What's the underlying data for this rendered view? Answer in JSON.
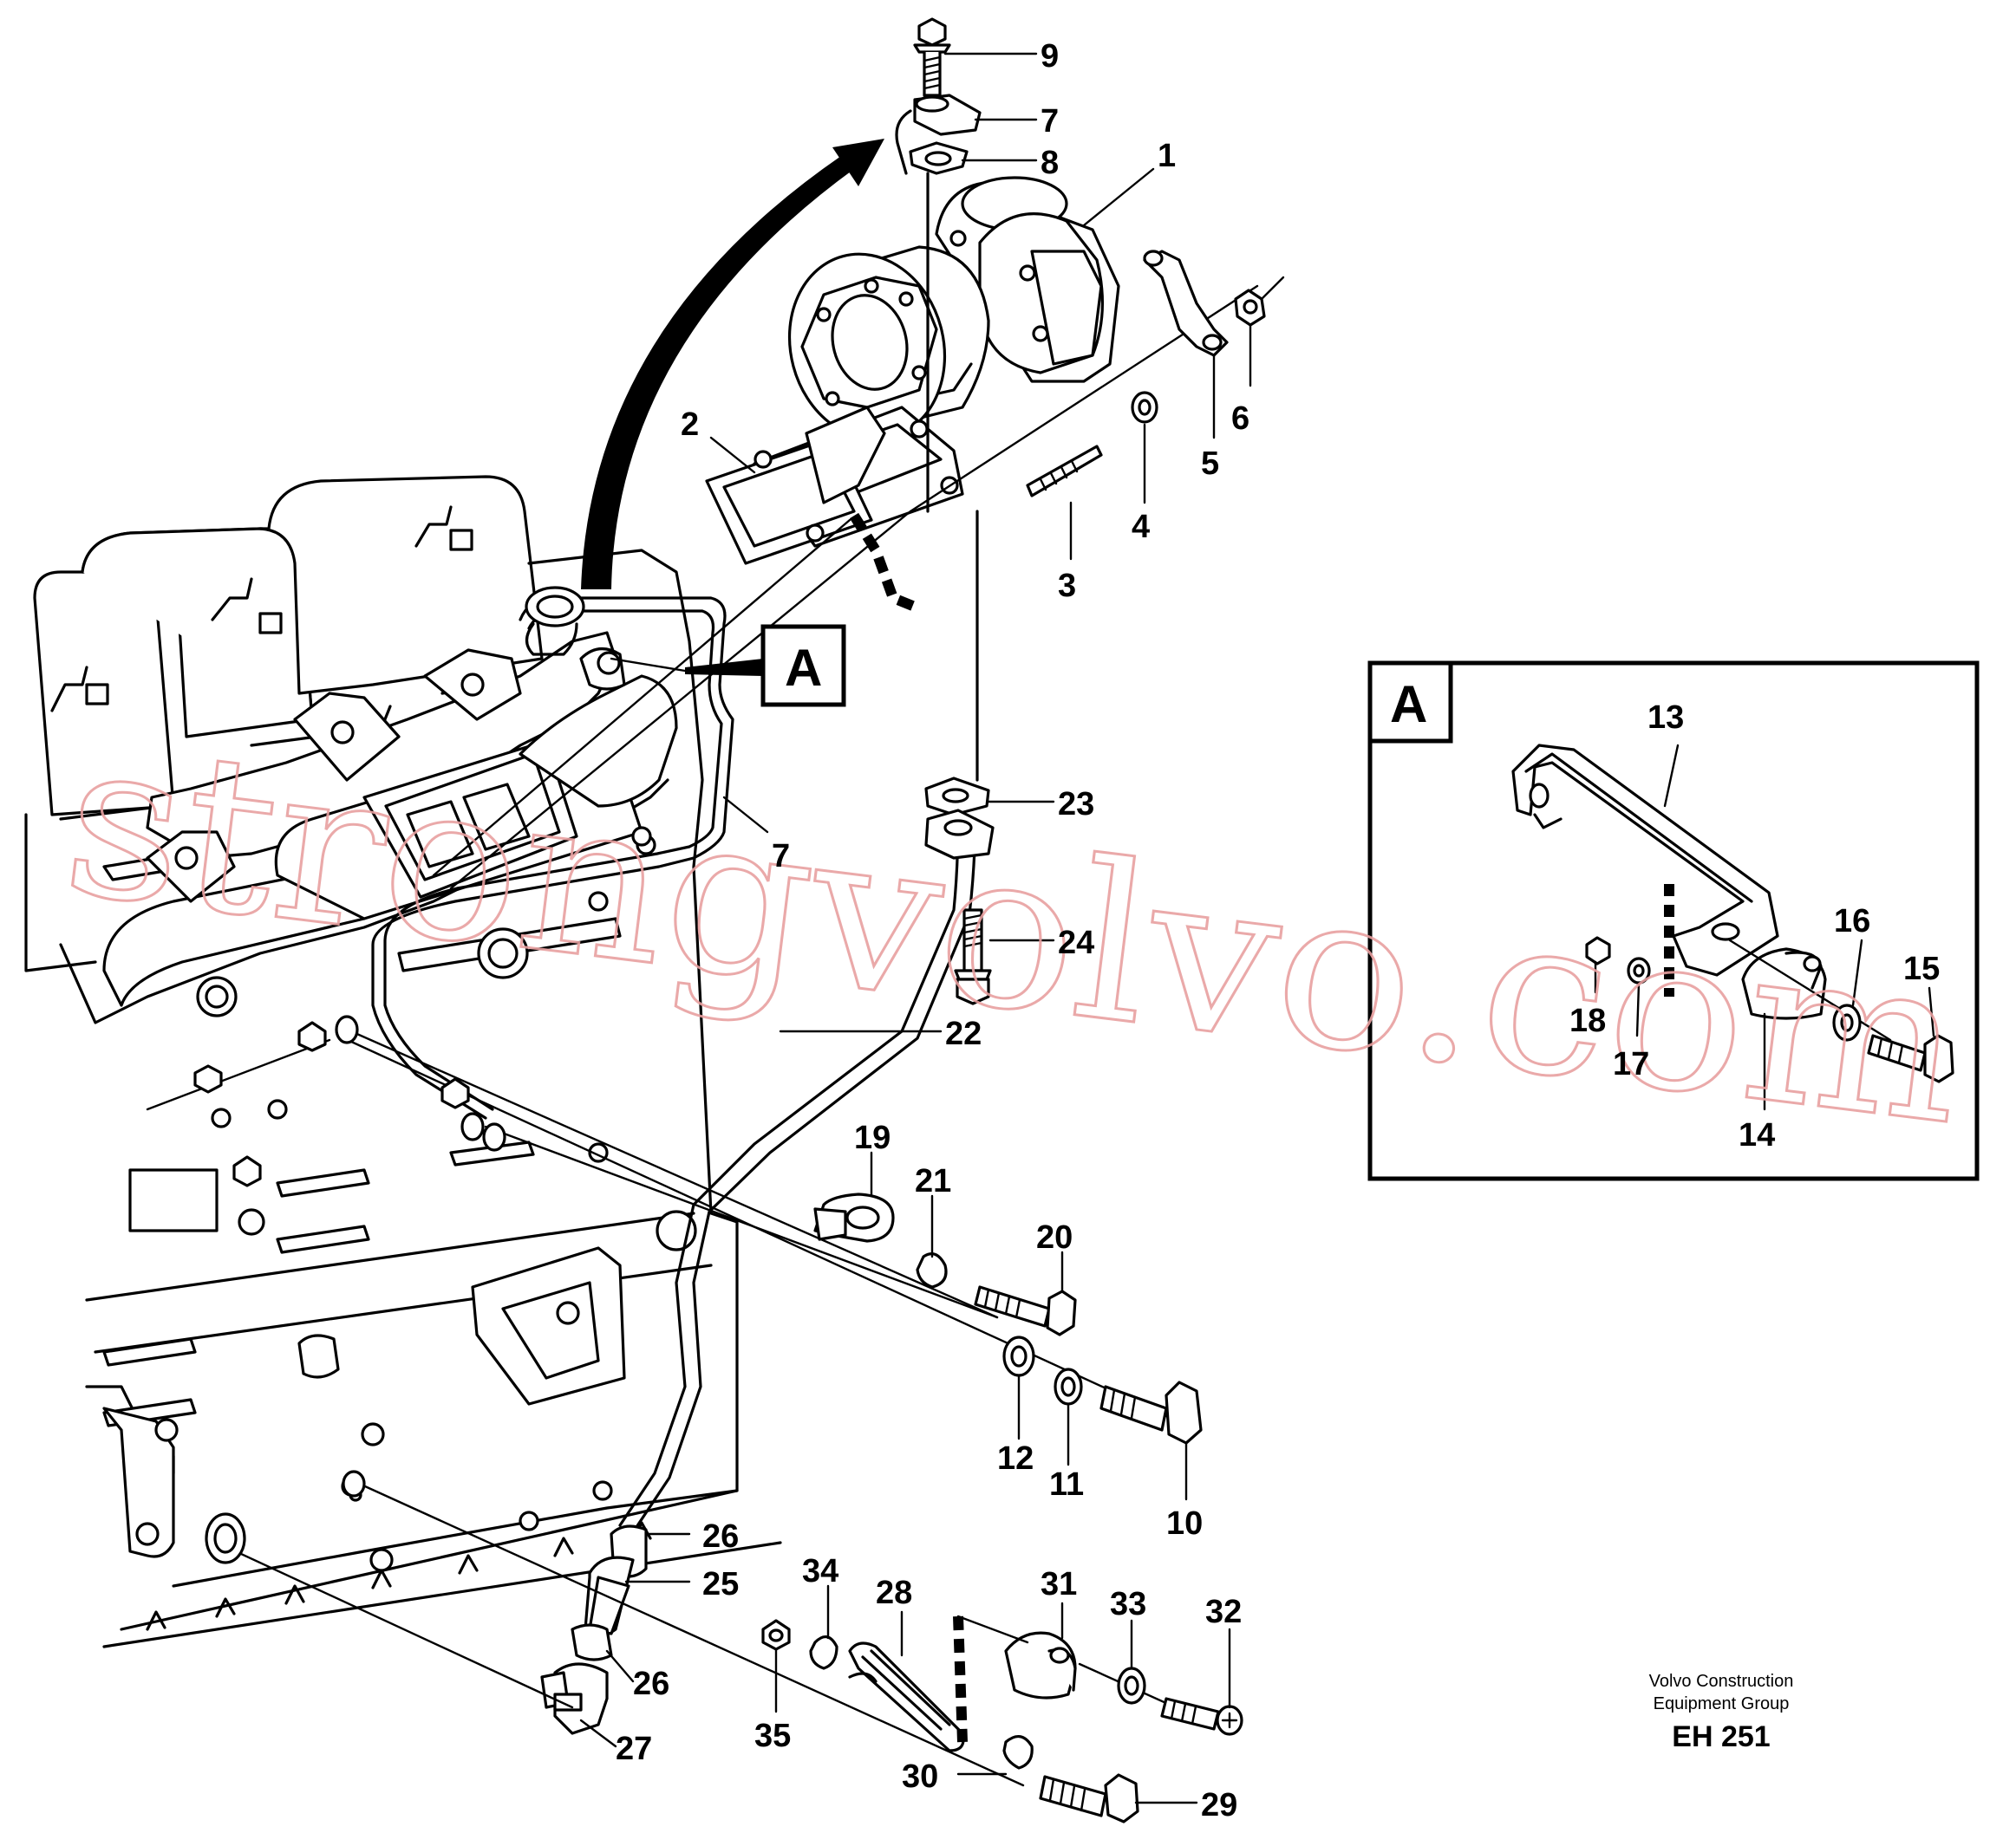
{
  "labels": {
    "p1": "1",
    "p2": "2",
    "p3": "3",
    "p4": "4",
    "p5": "5",
    "p6": "6",
    "p7a": "7",
    "p7b": "7",
    "p8": "8",
    "p9": "9",
    "p10": "10",
    "p11": "11",
    "p12": "12",
    "p13": "13",
    "p14": "14",
    "p15": "15",
    "p16": "16",
    "p17": "17",
    "p18": "18",
    "p19": "19",
    "p20": "20",
    "p21": "21",
    "p22": "22",
    "p23": "23",
    "p24": "24",
    "p25": "25",
    "p26a": "26",
    "p26b": "26",
    "p27": "27",
    "p28": "28",
    "p29": "29",
    "p30": "30",
    "p31": "31",
    "p32": "32",
    "p33": "33",
    "p34": "34",
    "p35": "35"
  },
  "callouts": {
    "main_ref": "A",
    "detail_ref": "A"
  },
  "watermark": "strongvolvo.com",
  "footer": {
    "company_line1": "Volvo Construction",
    "company_line2": "Equipment Group",
    "drawing_code": "EH 251"
  },
  "colors": {
    "ink": "#000000",
    "watermark": "#e8a0a0",
    "paper": "#ffffff"
  }
}
